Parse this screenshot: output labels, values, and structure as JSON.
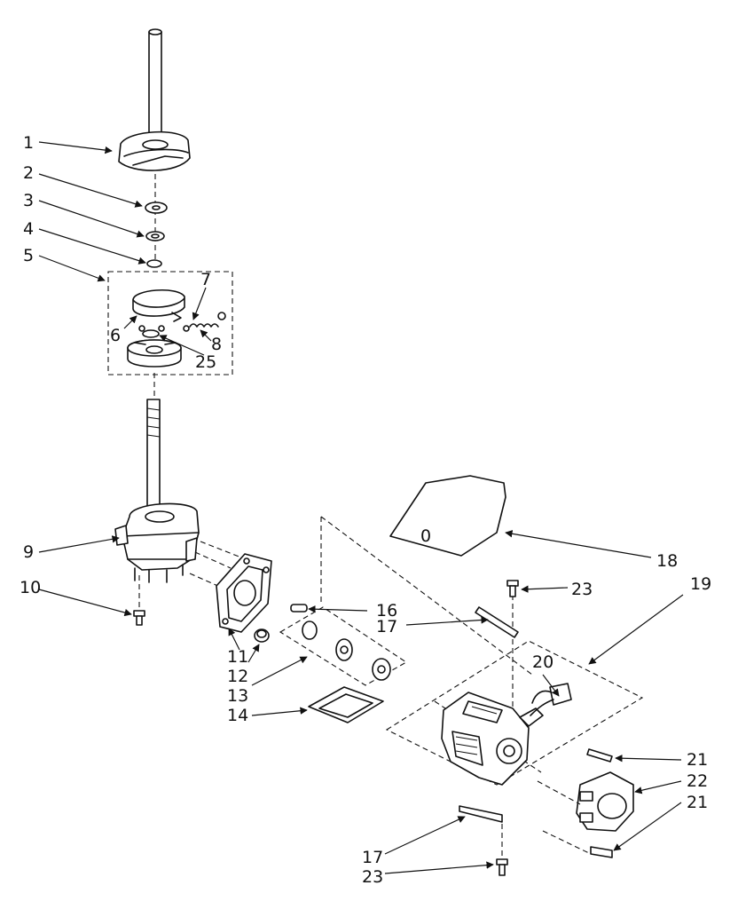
{
  "diagram": {
    "callouts": [
      {
        "id": "c1",
        "text": "1"
      },
      {
        "id": "c2",
        "text": "2"
      },
      {
        "id": "c3",
        "text": "3"
      },
      {
        "id": "c4",
        "text": "4"
      },
      {
        "id": "c5",
        "text": "5"
      },
      {
        "id": "c6",
        "text": "6"
      },
      {
        "id": "c7",
        "text": "7"
      },
      {
        "id": "c8",
        "text": "8"
      },
      {
        "id": "c25",
        "text": "25"
      },
      {
        "id": "c9",
        "text": "9"
      },
      {
        "id": "c10",
        "text": "10"
      },
      {
        "id": "c11",
        "text": "11"
      },
      {
        "id": "c12",
        "text": "12"
      },
      {
        "id": "c13",
        "text": "13"
      },
      {
        "id": "c14",
        "text": "14"
      },
      {
        "id": "c16",
        "text": "16"
      },
      {
        "id": "c17a",
        "text": "17"
      },
      {
        "id": "c18",
        "text": "18"
      },
      {
        "id": "c19",
        "text": "19"
      },
      {
        "id": "c20",
        "text": "20"
      },
      {
        "id": "c21a",
        "text": "21"
      },
      {
        "id": "c21b",
        "text": "21"
      },
      {
        "id": "c22",
        "text": "22"
      },
      {
        "id": "c23a",
        "text": "23"
      },
      {
        "id": "c17b",
        "text": "17"
      },
      {
        "id": "c23b",
        "text": "23"
      }
    ],
    "part_marks": {
      "bracket_mark": "0"
    }
  }
}
